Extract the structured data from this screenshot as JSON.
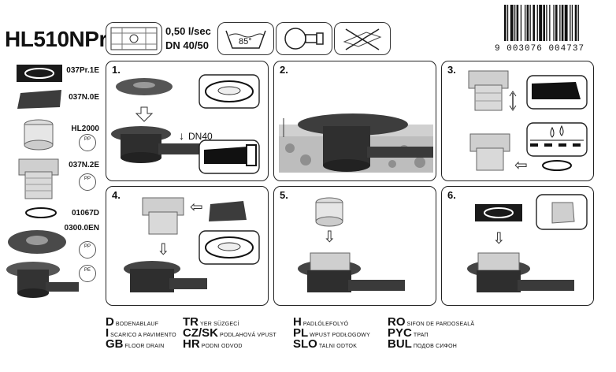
{
  "product": {
    "title": "HL510NPr",
    "flow": "0,50 l/sec",
    "dn": "DN 40/50",
    "temp": "85°"
  },
  "barcode": {
    "digits": [
      "9",
      "003076",
      "004737"
    ]
  },
  "parts": [
    {
      "code": "037Pr.1E",
      "recycle": ""
    },
    {
      "code": "037N.0E",
      "recycle": ""
    },
    {
      "code": "HL2000",
      "recycle": "PP"
    },
    {
      "code": "037N.2E",
      "recycle": "PP"
    },
    {
      "code": "01067D",
      "recycle": ""
    },
    {
      "code": "0300.0EN",
      "recycle": "PP"
    },
    {
      "code": "",
      "recycle": "PE"
    }
  ],
  "steps": [
    {
      "num": "1.",
      "note": "DN40"
    },
    {
      "num": "2."
    },
    {
      "num": "3."
    },
    {
      "num": "4."
    },
    {
      "num": "5."
    },
    {
      "num": "6."
    }
  ],
  "languages": [
    {
      "code": "D",
      "text": "BODENABLAUF"
    },
    {
      "code": "I",
      "text": "SCARICO A PAVIMENTO"
    },
    {
      "code": "GB",
      "text": "FLOOR DRAIN"
    },
    {
      "code": "TR",
      "text": "YER SÜZGECİ"
    },
    {
      "code": "CZ/SK",
      "text": "PODLAHOVÁ VPUST"
    },
    {
      "code": "HR",
      "text": "PODNI ODVOD"
    },
    {
      "code": "H",
      "text": "PADLÓLEFOLYÓ"
    },
    {
      "code": "PL",
      "text": "WPUST PODŁOGOWY"
    },
    {
      "code": "SLO",
      "text": "TALNI ODTOK"
    },
    {
      "code": "RO",
      "text": "SIFON DE PARDOSEALĂ"
    },
    {
      "code": "PYC",
      "text": "ТРАП"
    },
    {
      "code": "BUL",
      "text": "ПОДОВ СИФОН"
    }
  ],
  "colors": {
    "drain_dark": "#3a3a3a",
    "steel": "#c8c8c8"
  }
}
